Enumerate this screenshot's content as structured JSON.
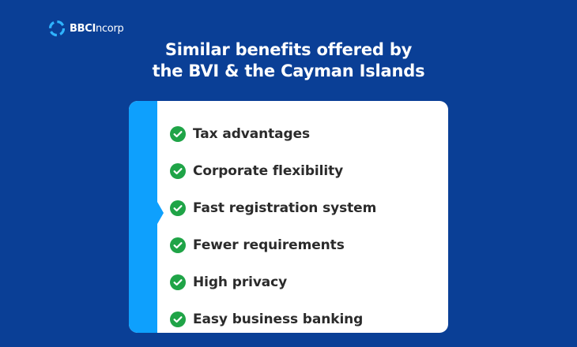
{
  "brand": {
    "name_bold": "BBCI",
    "name_light": "ncorp",
    "logo_icon": "bbcincorp-swirl-logo-icon"
  },
  "title": {
    "line1": "Similar benefits offered by",
    "line2": "the BVI & the Cayman Islands"
  },
  "benefits": {
    "icon": "check-circle-icon",
    "items": [
      {
        "label": "Tax advantages"
      },
      {
        "label": "Corporate flexibility"
      },
      {
        "label": "Fast registration system"
      },
      {
        "label": "Fewer requirements"
      },
      {
        "label": "High privacy"
      },
      {
        "label": "Easy business banking"
      }
    ]
  },
  "colors": {
    "background": "#0a3f96",
    "card": "#ffffff",
    "accent_strip": "#0ea0fd",
    "check_green": "#1fa447",
    "text_dark": "#2b2b2b",
    "title_text": "#ffffff"
  }
}
